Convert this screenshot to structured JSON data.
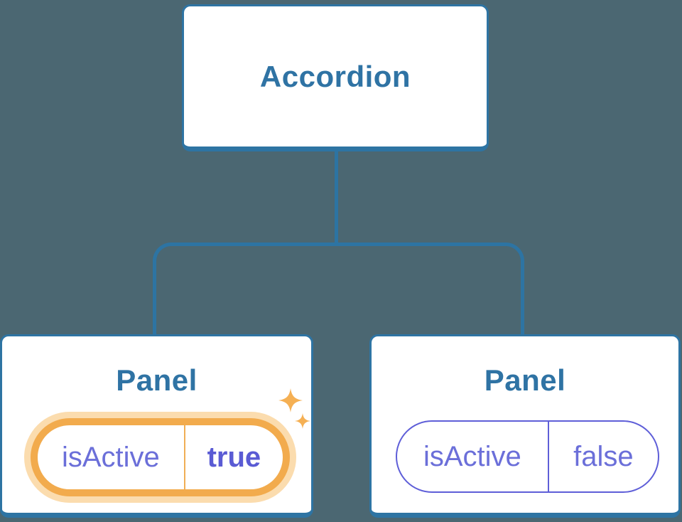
{
  "diagram": {
    "type": "component-tree",
    "background_color": "#4B6772",
    "root": {
      "label": "Accordion"
    },
    "children": [
      {
        "label": "Panel",
        "state": {
          "key": "isActive",
          "value": "true"
        },
        "highlighted": true
      },
      {
        "label": "Panel",
        "state": {
          "key": "isActive",
          "value": "false"
        },
        "highlighted": false
      }
    ]
  },
  "colors": {
    "background": "#4B6772",
    "node_border_blue": "#2E74A3",
    "connector_blue": "#2D74A3",
    "title_text_blue": "#2F73A4",
    "state_text_purple": "#6B6FD9",
    "state_value_bold_purple": "#5A5BD4",
    "inactive_pill_border_purple": "#5E5ED8",
    "active_pill_border_orange": "#F2AB4D",
    "active_pill_halo_orange": "#FBDCAE",
    "sparkle_orange": "#F5B054"
  },
  "icons": {
    "sparkles": "two four-point sparkle stars marking updated state"
  }
}
